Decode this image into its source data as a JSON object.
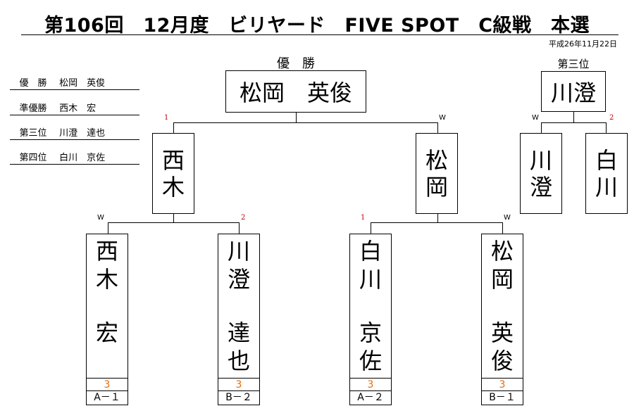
{
  "title": "第106回　12月度　ビリヤード　FIVE SPOT　C級戦　本選",
  "date": "平成26年11月22日",
  "rankings": [
    {
      "label": "優　勝",
      "name": "松岡　英俊"
    },
    {
      "label": "準優勝",
      "name": "西木　宏"
    },
    {
      "label": "第三位",
      "name": "川澄　達也"
    },
    {
      "label": "第四位",
      "name": "白川　京佐"
    }
  ],
  "champion": {
    "caption": "優　勝",
    "name": "松岡　英俊"
  },
  "third_place": {
    "caption": "第三位",
    "name": "川澄"
  },
  "final": {
    "left": {
      "surname": [
        "西",
        "木"
      ],
      "mark": "1"
    },
    "right": {
      "surname": [
        "松",
        "岡"
      ],
      "mark": "W"
    }
  },
  "third_match": {
    "left": {
      "surname": [
        "川",
        "澄"
      ],
      "mark": "W"
    },
    "right": {
      "surname": [
        "白",
        "川"
      ],
      "mark": "2"
    }
  },
  "players": [
    {
      "surname": [
        "西",
        "木"
      ],
      "given": [
        "宏"
      ],
      "score": "3",
      "block": "A－１",
      "mark": "W"
    },
    {
      "surname": [
        "川",
        "澄"
      ],
      "given": [
        "達",
        "也"
      ],
      "score": "3",
      "block": "B－２",
      "mark": "2"
    },
    {
      "surname": [
        "白",
        "川"
      ],
      "given": [
        "京",
        "佐"
      ],
      "score": "3",
      "block": "A－２",
      "mark": "1"
    },
    {
      "surname": [
        "松",
        "岡"
      ],
      "given": [
        "英",
        "俊"
      ],
      "score": "3",
      "block": "B－１",
      "mark": "W"
    }
  ]
}
